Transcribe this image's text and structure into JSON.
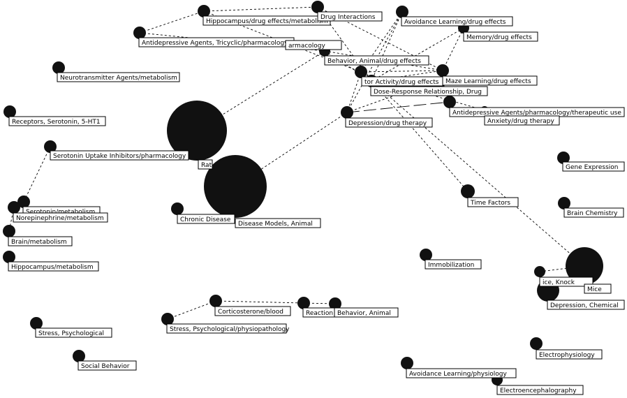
{
  "nodes": [
    {
      "id": "hippo-drug",
      "label": "Hippocampus/drug effects/metabolism"
    },
    {
      "id": "drug-int",
      "label": "Drug Interactions"
    },
    {
      "id": "avoid-drug",
      "label": "Avoidance Learning/drug effects"
    },
    {
      "id": "memory-drug",
      "label": "Memory/drug effects"
    },
    {
      "id": "antidep-tri",
      "label": "Antidepressive Agents, Tricyclic/pharmacology"
    },
    {
      "id": "pharmacology",
      "label": "armacology"
    },
    {
      "id": "behavior-drug",
      "label": "Behavior, Animal/drug effects"
    },
    {
      "id": "neuro-metab",
      "label": "Neurotransmitter Agents/metabolism"
    },
    {
      "id": "motor-drug",
      "label": "tor Activity/drug effects"
    },
    {
      "id": "maze-drug",
      "label": "Maze Learning/drug effects"
    },
    {
      "id": "dose-resp",
      "label": "Dose-Response Relationship, Drug"
    },
    {
      "id": "receptors",
      "label": "Receptors, Serotonin, 5-HT1"
    },
    {
      "id": "antidep-ther",
      "label": "Antidepressive Agents/pharmacology/therapeutic use"
    },
    {
      "id": "anxiety",
      "label": "Anxiety/drug therapy"
    },
    {
      "id": "depression-dt",
      "label": "Depression/drug therapy"
    },
    {
      "id": "ssri",
      "label": "Serotonin Uptake Inhibitors/pharmacology"
    },
    {
      "id": "rats",
      "label": "Rat"
    },
    {
      "id": "gene-exp",
      "label": "Gene Expression"
    },
    {
      "id": "time-factors",
      "label": "Time Factors"
    },
    {
      "id": "brain-chem",
      "label": "Brain Chemistry"
    },
    {
      "id": "serotonin",
      "label": "Serotonin/metabolism"
    },
    {
      "id": "norepi",
      "label": "Norepinephrine/metabolism"
    },
    {
      "id": "chronic",
      "label": "Chronic Disease"
    },
    {
      "id": "disease-models",
      "label": "Disease Models, Animal"
    },
    {
      "id": "brain-metab",
      "label": "Brain/metabolism"
    },
    {
      "id": "immobilization",
      "label": "Immobilization"
    },
    {
      "id": "hippo-metab",
      "label": "Hippocampus/metabolism"
    },
    {
      "id": "mice-knock",
      "label": "ice, Knock"
    },
    {
      "id": "mice",
      "label": "Mice"
    },
    {
      "id": "depression-ch",
      "label": "Depression, Chemical"
    },
    {
      "id": "cortico",
      "label": "Corticosterone/blood"
    },
    {
      "id": "reaction",
      "label": "Reaction"
    },
    {
      "id": "behavior",
      "label": "Behavior, Animal"
    },
    {
      "id": "stress-psych",
      "label": "Stress, Psychological"
    },
    {
      "id": "stress-phys",
      "label": "Stress, Psychological/physiopathology"
    },
    {
      "id": "electrophys",
      "label": "Electrophysiology"
    },
    {
      "id": "social",
      "label": "Social Behavior"
    },
    {
      "id": "avoid-phys",
      "label": "Avoidance Learning/physiology"
    },
    {
      "id": "eeg",
      "label": "Electroencephalography"
    }
  ],
  "edges": [
    {
      "from": "hippo-drug",
      "to": "drug-int"
    },
    {
      "from": "hippo-drug",
      "to": "behavior-drug"
    },
    {
      "from": "drug-int",
      "to": "motor-drug"
    },
    {
      "from": "drug-int",
      "to": "maze-drug"
    },
    {
      "from": "avoid-drug",
      "to": "behavior-drug"
    },
    {
      "from": "avoid-drug",
      "to": "motor-drug"
    },
    {
      "from": "avoid-drug",
      "to": "depression-dt"
    },
    {
      "from": "memory-drug",
      "to": "motor-drug"
    },
    {
      "from": "memory-drug",
      "to": "maze-drug"
    },
    {
      "from": "antidep-tri",
      "to": "pharmacology"
    },
    {
      "from": "antidep-tri",
      "to": "hippo-drug"
    },
    {
      "from": "pharmacology",
      "to": "rats"
    },
    {
      "from": "pharmacology",
      "to": "maze-drug"
    },
    {
      "from": "pharmacology",
      "to": "motor-drug"
    },
    {
      "from": "behavior-drug",
      "to": "maze-drug"
    },
    {
      "from": "behavior-drug",
      "to": "depression-dt"
    },
    {
      "from": "motor-drug",
      "to": "maze-drug"
    },
    {
      "from": "motor-drug",
      "to": "time-factors"
    },
    {
      "from": "motor-drug",
      "to": "mice"
    },
    {
      "from": "dose-resp",
      "to": "anxiety"
    },
    {
      "from": "dose-resp",
      "to": "depression-dt"
    },
    {
      "from": "depression-dt",
      "to": "disease-models"
    },
    {
      "from": "ssri",
      "to": "serotonin"
    },
    {
      "from": "serotonin",
      "to": "norepi"
    },
    {
      "from": "norepi",
      "to": "brain-metab"
    },
    {
      "from": "mice-knock",
      "to": "mice"
    },
    {
      "from": "cortico",
      "to": "reaction"
    },
    {
      "from": "cortico",
      "to": "stress-phys"
    },
    {
      "from": "reaction",
      "to": "behavior"
    }
  ],
  "long_edges": [
    {
      "from": "depression-dt",
      "to": "antidep-ther"
    }
  ]
}
